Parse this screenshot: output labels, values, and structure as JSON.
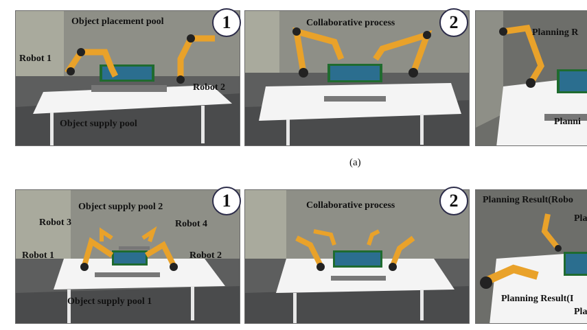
{
  "row_a": {
    "caption": "(a)",
    "panel1": {
      "step": "1",
      "labels": {
        "object_placement_pool": "Object placement pool",
        "robot1": "Robot 1",
        "robot2": "Robot 2",
        "object_supply_pool": "Object supply pool"
      }
    },
    "panel2": {
      "step": "2",
      "labels": {
        "collaborative_process": "Collaborative process"
      }
    },
    "panel3": {
      "labels": {
        "planning_result": "Planning R",
        "planning_result_bottom": "Planni"
      }
    }
  },
  "row_b": {
    "panel1": {
      "step": "1",
      "labels": {
        "object_supply_pool_2": "Object supply pool 2",
        "robot3": "Robot 3",
        "robot4": "Robot 4",
        "robot1": "Robot 1",
        "robot2": "Robot 2",
        "object_supply_pool_1": "Object supply pool 1"
      }
    },
    "panel2": {
      "step": "2",
      "labels": {
        "collaborative_process": "Collaborative process"
      }
    },
    "panel3": {
      "labels": {
        "planning_result_top": "Planning Result(Robo",
        "planning_result_top_right": "Pla",
        "planning_result_bottom": "Planning Result(I",
        "planning_result_bottom_right": "Pla"
      }
    }
  }
}
